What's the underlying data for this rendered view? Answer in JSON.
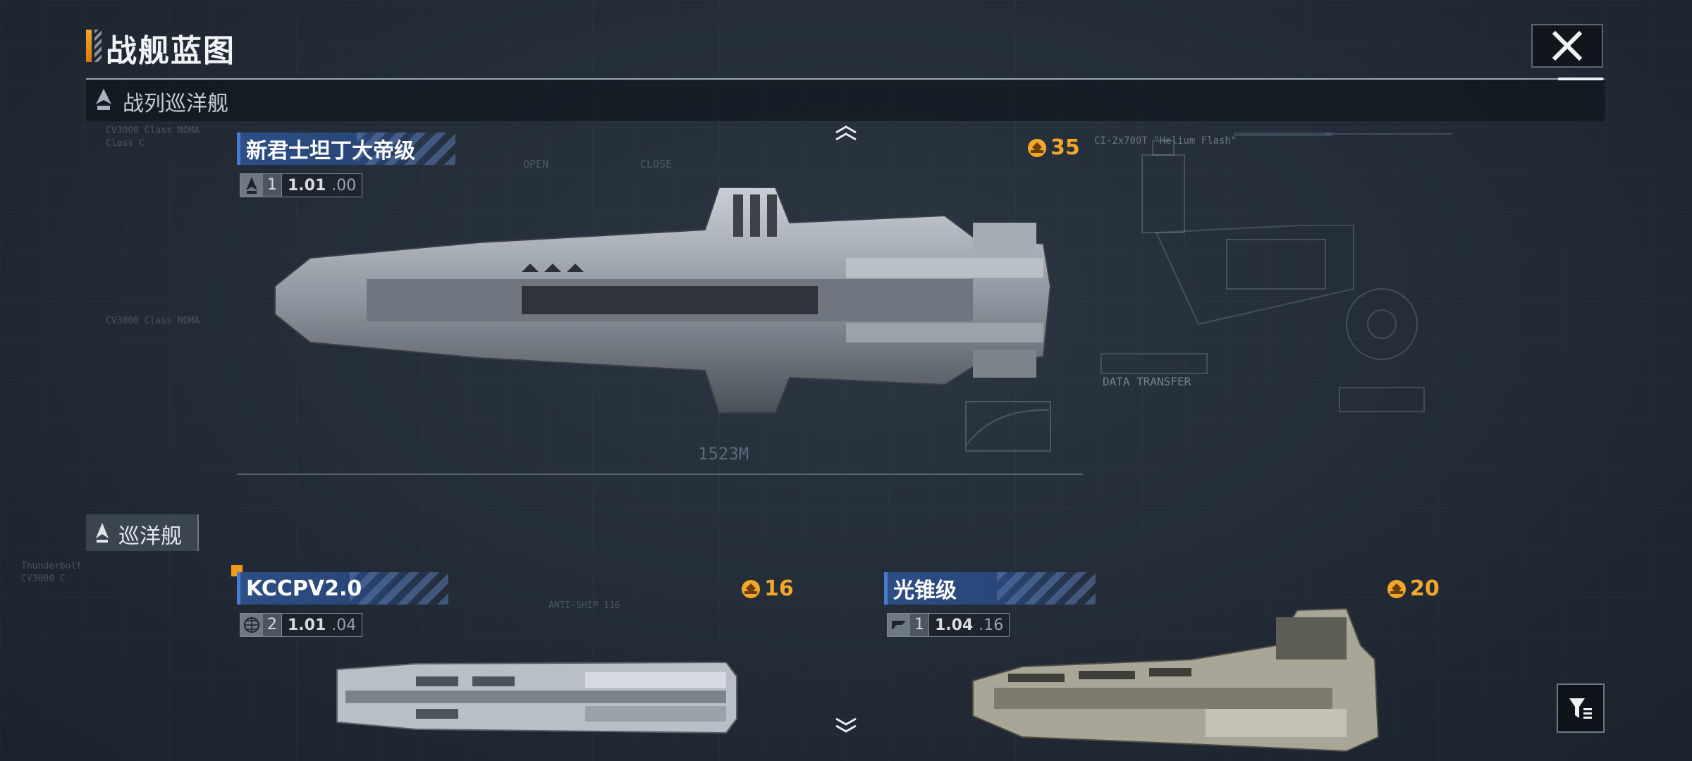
{
  "header": {
    "title": "战舰蓝图"
  },
  "sections": {
    "battlecruiser": {
      "label": "战列巡洋舰"
    },
    "cruiser": {
      "label": "巡洋舰"
    }
  },
  "ships": [
    {
      "name": "新君士坦丁大帝级",
      "tier": "1",
      "version": "1.01",
      "version_suffix": ".00",
      "cost": "35",
      "length": "1523M"
    },
    {
      "name": "KCCPV2.0",
      "tier": "2",
      "version": "1.01",
      "version_suffix": ".04",
      "cost": "16"
    },
    {
      "name": "光锥级",
      "tier": "1",
      "version": "1.04",
      "version_suffix": ".16",
      "cost": "20"
    }
  ],
  "deco": {
    "data_transfer": "DATA TRANSFER",
    "open": "OPEN",
    "close": "CLOSE",
    "helium": "CI-2x700T \"Helium Flash\"",
    "anti_ship": "ANTI-SHIP 116"
  },
  "colors": {
    "accent": "#f3a72a",
    "banner": "#2c4f86",
    "background": "#1f2833"
  },
  "icons": {
    "close": "close-icon",
    "filter": "filter-icon",
    "scroll_up": "chevron-up-icon",
    "scroll_down": "chevron-down-icon"
  }
}
